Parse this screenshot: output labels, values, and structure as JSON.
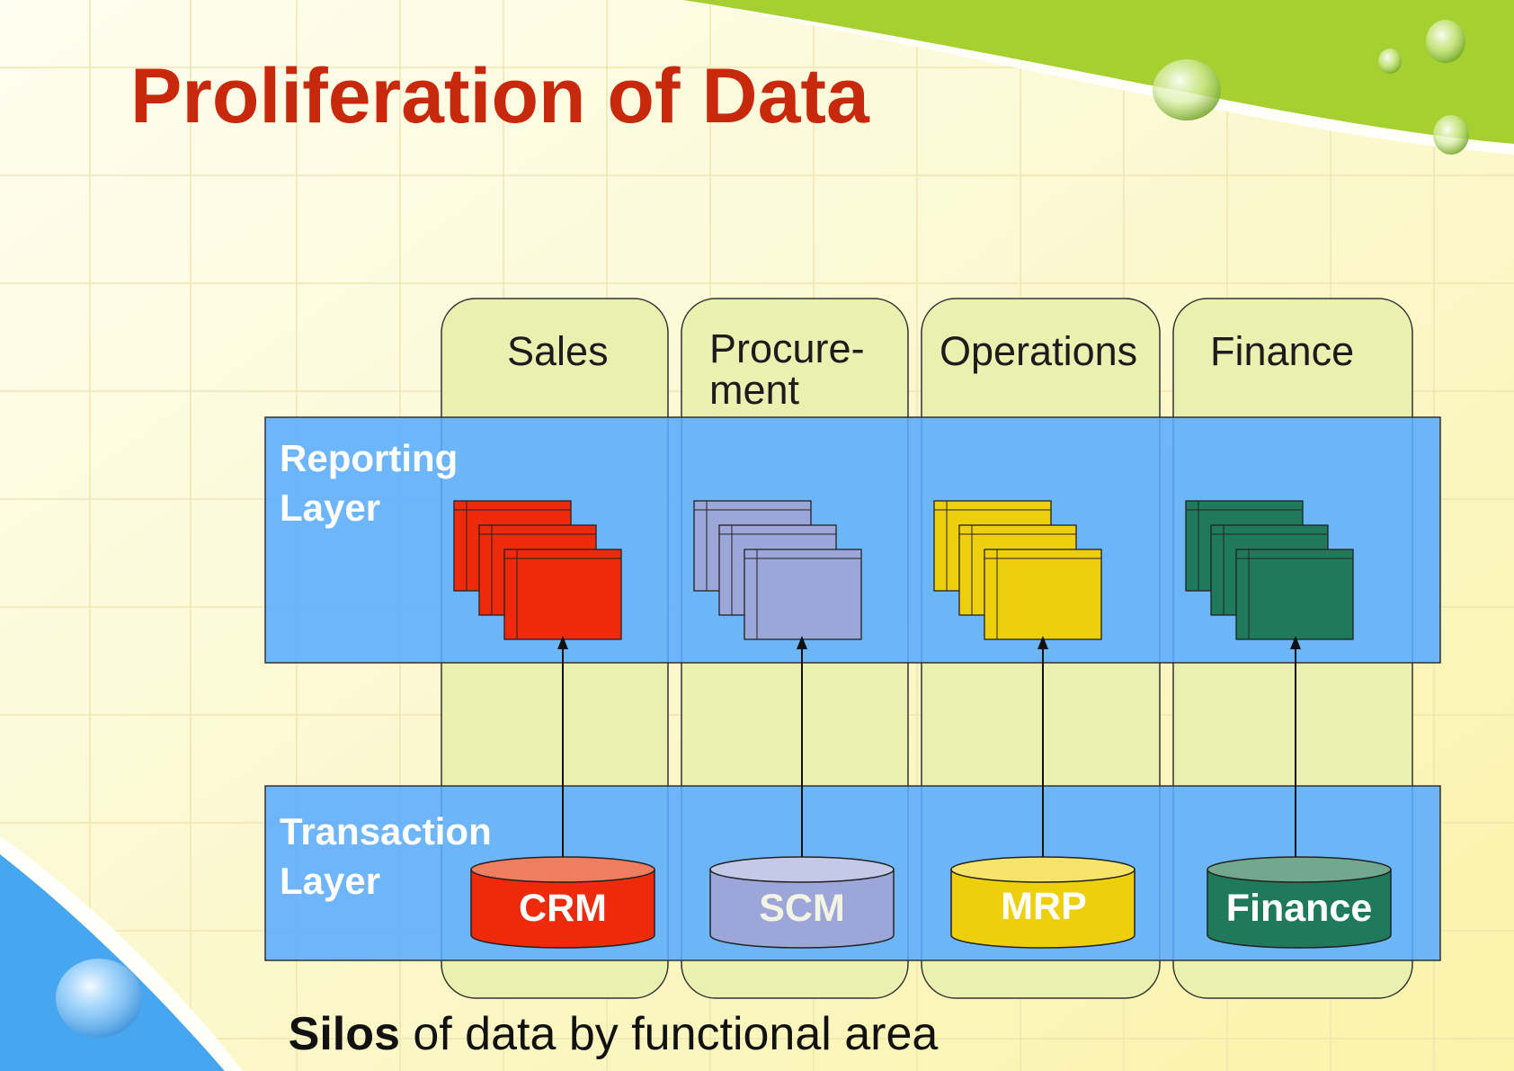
{
  "title": "Proliferation of Data",
  "caption": {
    "bold": "Silos",
    "rest": " of data by functional area"
  },
  "layers": {
    "reporting": [
      "Reporting",
      "Layer"
    ],
    "transaction": [
      "Transaction",
      "Layer"
    ]
  },
  "silos": [
    {
      "label": [
        "Sales"
      ],
      "db": "CRM",
      "color": "#ee2a0c",
      "top_color": "#ef7d60",
      "text_color": "#ffffff"
    },
    {
      "label": [
        "Procure-",
        "ment"
      ],
      "db": "SCM",
      "color": "#9ca6d8",
      "top_color": "#c4c9e8",
      "text_color": "#f4f4e4"
    },
    {
      "label": [
        "Operations"
      ],
      "db": "MRP",
      "color": "#eecf0c",
      "top_color": "#f5e36a",
      "text_color": "#ffffff"
    },
    {
      "label": [
        "Finance"
      ],
      "db": "Finance",
      "color": "#1f7a5c",
      "top_color": "#72a88e",
      "text_color": "#ffffff"
    }
  ],
  "colors": {
    "title": "#c8280c",
    "layer_band": "#5aacff",
    "silo_fill": "#eaf0b0",
    "green_swoosh": "#a6cf30",
    "blue_corner": "#46a6f0"
  }
}
